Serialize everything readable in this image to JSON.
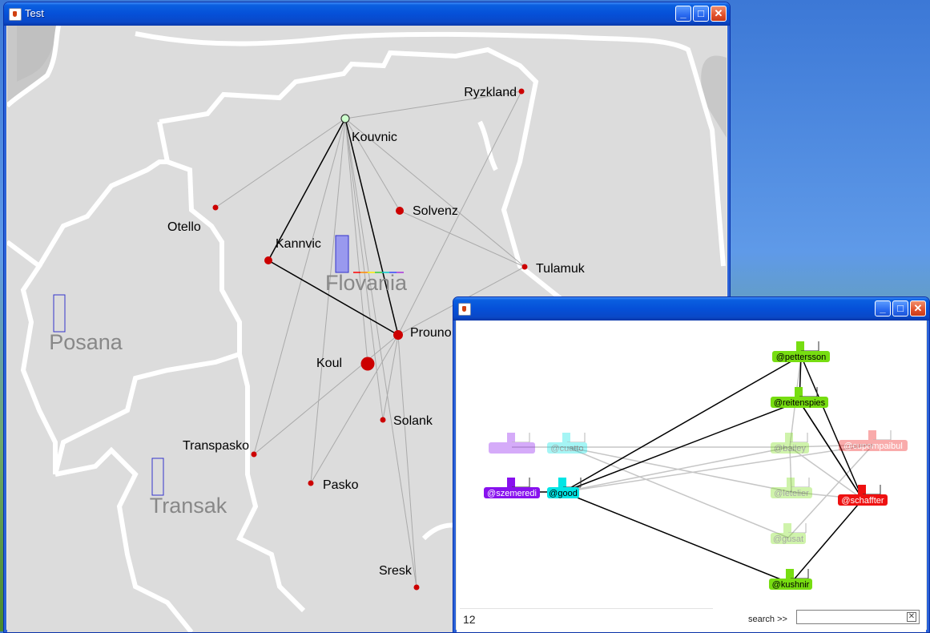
{
  "map_window": {
    "title": "Test",
    "regions": [
      "Flovania",
      "Posana",
      "Transak"
    ],
    "cities": [
      {
        "name": "Kouvnic",
        "selected": true
      },
      {
        "name": "Ryzkland"
      },
      {
        "name": "Otello"
      },
      {
        "name": "Solvenz"
      },
      {
        "name": "Kannvic"
      },
      {
        "name": "Tulamuk"
      },
      {
        "name": "Prouno"
      },
      {
        "name": "Koul"
      },
      {
        "name": "Solank"
      },
      {
        "name": "Transpasko"
      },
      {
        "name": "Pasko"
      },
      {
        "name": "Sresk"
      }
    ],
    "colors": {
      "city": "#cc0000",
      "selected_city": "#ccffcc",
      "region_label": "#888888",
      "region_bar": "#3333cc"
    }
  },
  "graph_window": {
    "title": "",
    "nodes": [
      {
        "label": "@pettersson",
        "color": "#77dd11",
        "faded": false
      },
      {
        "label": "@reitenspies",
        "color": "#77dd11",
        "faded": false
      },
      {
        "label": "@bailey",
        "color": "#77dd11",
        "faded": true
      },
      {
        "label": "@letelier",
        "color": "#77dd11",
        "faded": true
      },
      {
        "label": "@gusat",
        "color": "#77dd11",
        "faded": true
      },
      {
        "label": "@kushnir",
        "color": "#77dd11",
        "faded": false
      },
      {
        "label": "@cuatto",
        "color": "#00e5e5",
        "faded": true
      },
      {
        "label": "@good",
        "color": "#00e5e5",
        "faded": false
      },
      {
        "label": "",
        "color": "#8811ee",
        "faded": true
      },
      {
        "label": "@szemeredi",
        "color": "#8811ee",
        "faded": false
      },
      {
        "label": "@cupompaibul",
        "color": "#ee1111",
        "faded": true
      },
      {
        "label": "@schaffter",
        "color": "#ee1111",
        "faded": false
      }
    ],
    "status": {
      "count": "12",
      "search_label": "search >>",
      "search_value": "",
      "search_placeholder": ""
    }
  },
  "titlebar_buttons": {
    "minimize": "_",
    "maximize": "□",
    "close": "✕"
  }
}
